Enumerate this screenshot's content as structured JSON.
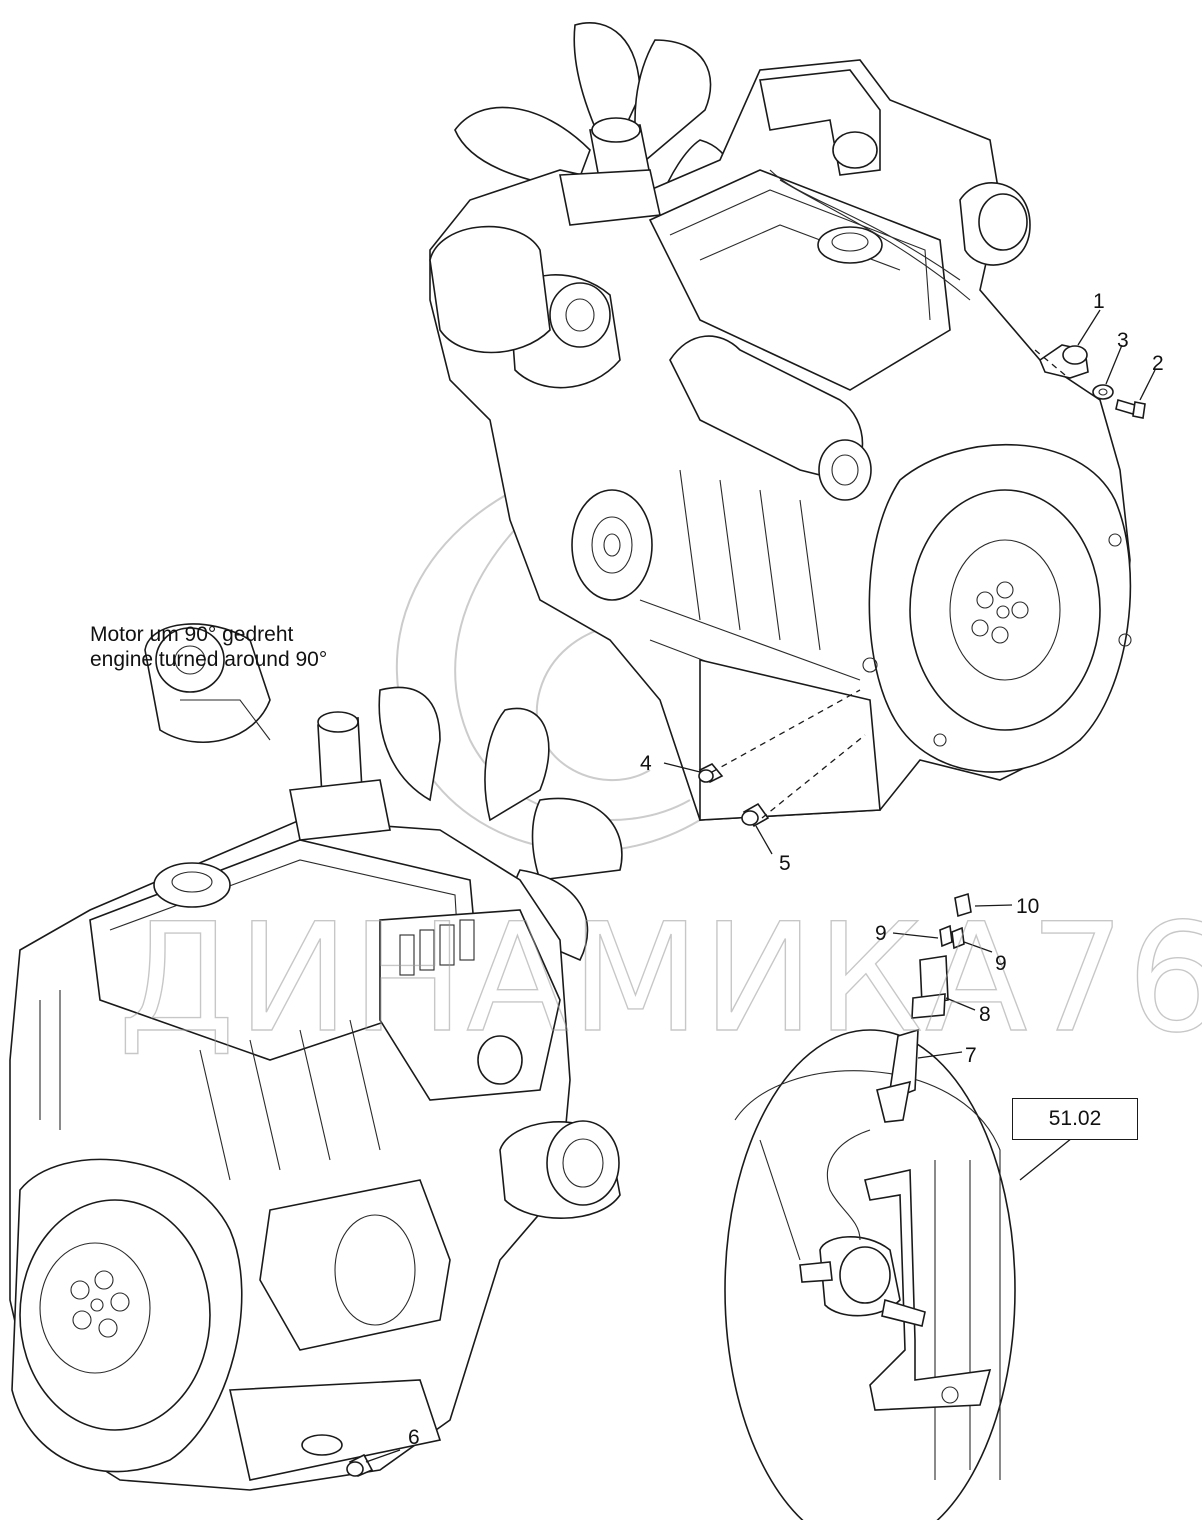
{
  "note": {
    "line_de": "Motor um 90° gedreht",
    "line_en": "engine turned around 90°"
  },
  "callouts": [
    "1",
    "2",
    "3",
    "4",
    "5",
    "6",
    "7",
    "8",
    "9",
    "9",
    "10"
  ],
  "reference_box": "51.02",
  "watermark": "ДИНАМИКА76"
}
